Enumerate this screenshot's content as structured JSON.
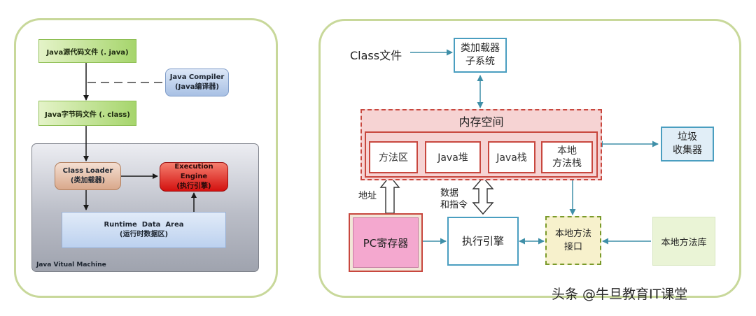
{
  "left": {
    "source_file": "Java源代码文件 (. java)",
    "compiler": [
      "Java Compiler",
      "(Java编译器)"
    ],
    "bytecode_file": "Java字节码文件 (. class)",
    "class_loader": [
      "Class Loader",
      "(类加载器)"
    ],
    "execution_engine": [
      "Execution Engine",
      "(执行引擎)"
    ],
    "runtime_area": [
      "Runtime  Data  Area",
      "(运行时数据区)"
    ],
    "jvm_label": "Java Vitual Machine"
  },
  "right": {
    "class_file": "Class文件",
    "class_loader_subsystem": [
      "类加载器",
      "子系统"
    ],
    "memory_space": "内存空间",
    "method_area": "方法区",
    "java_heap": "Java堆",
    "java_stack": "Java栈",
    "native_method_stack": [
      "本地",
      "方法栈"
    ],
    "gc": [
      "垃圾",
      "收集器"
    ],
    "address": "地址",
    "data_instr": [
      "数据",
      "和指令"
    ],
    "pc_register": "PC寄存器",
    "execution_engine": "执行引擎",
    "native_interface": [
      "本地方法",
      "接口"
    ],
    "native_library": "本地方法库"
  },
  "watermark": "头条 @牛旦教育IT课堂",
  "colors": {
    "panel_border": "#c8d89a",
    "green_box": "#a6d56c",
    "compiler_blue": "#b8cce8",
    "loader_peach": "#e4b9a0",
    "engine_red": "#e0201c",
    "runtime_blue": "#c8daf3",
    "red_border": "#c8473e",
    "teal_border": "#4a9ec0",
    "pc_pink": "#f4a8cf",
    "interface_yellow": "#f7f1cc",
    "library_green": "#eaf4d6",
    "gc_blue": "#e1eef7"
  }
}
